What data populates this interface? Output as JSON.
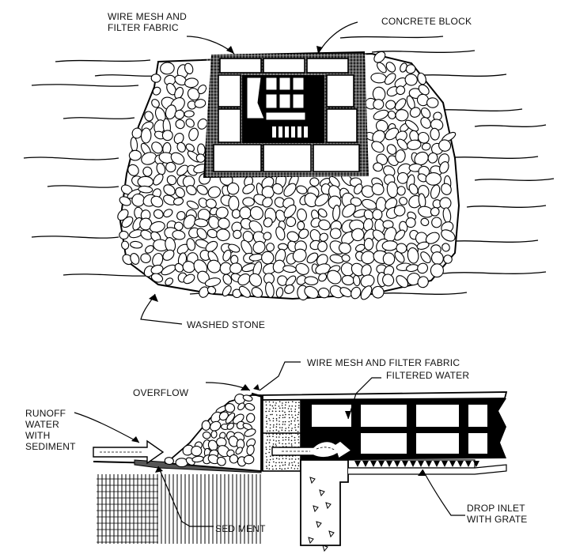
{
  "top_view": {
    "labels": {
      "wire_mesh": "WIRE MESH AND\nFILTER FABRIC",
      "concrete_block": "CONCRETE BLOCK",
      "washed_stone": "WASHED STONE"
    }
  },
  "section_view": {
    "labels": {
      "wire_mesh": "WIRE MESH AND FILTER FABRIC",
      "filtered_water": "FILTERED WATER",
      "overflow": "OVERFLOW",
      "runoff": "RUNOFF\nWATER\nWITH\nSEDIMENT",
      "sediment": "SEDIMENT",
      "drop_inlet": "DROP INLET\nWITH GRATE"
    }
  },
  "colors": {
    "ink": "#000000",
    "paper": "#ffffff"
  }
}
